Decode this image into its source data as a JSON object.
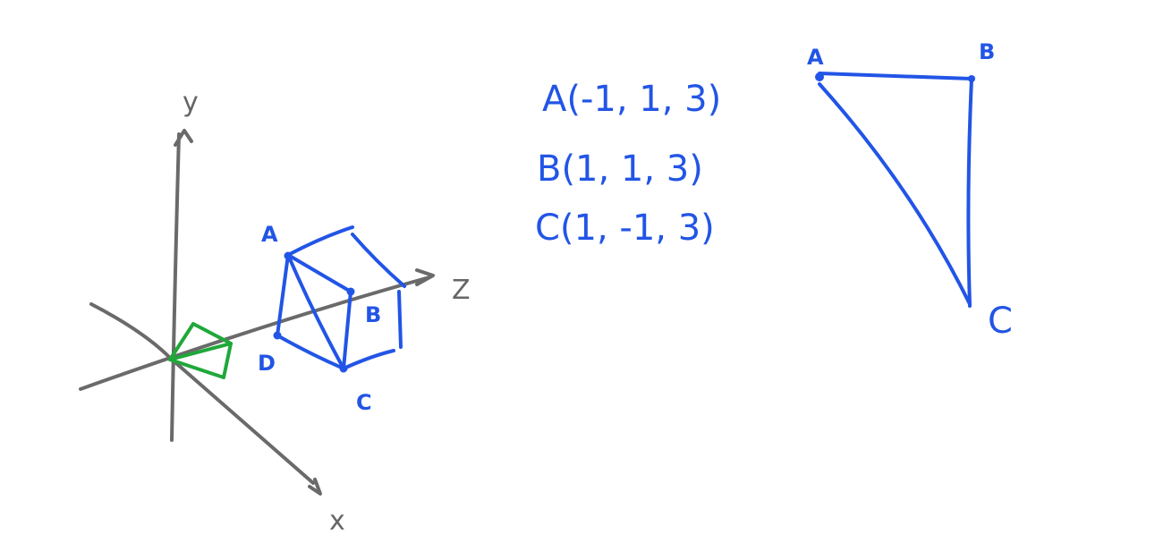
{
  "axes": {
    "x_label": "x",
    "y_label": "y",
    "z_label": "Z"
  },
  "cube_labels": {
    "a": "A",
    "b": "B",
    "c": "C",
    "d": "D"
  },
  "coordinates": [
    {
      "text": "A(-1, 1, 3)"
    },
    {
      "text": "B(1, 1, 3)"
    },
    {
      "text": "C(1, -1, 3)"
    }
  ],
  "triangle_labels": {
    "a": "A",
    "b": "B",
    "c": "C"
  },
  "colors": {
    "axis": "#6a6a6a",
    "ink": "#2255e6",
    "camera": "#1fa83a"
  }
}
